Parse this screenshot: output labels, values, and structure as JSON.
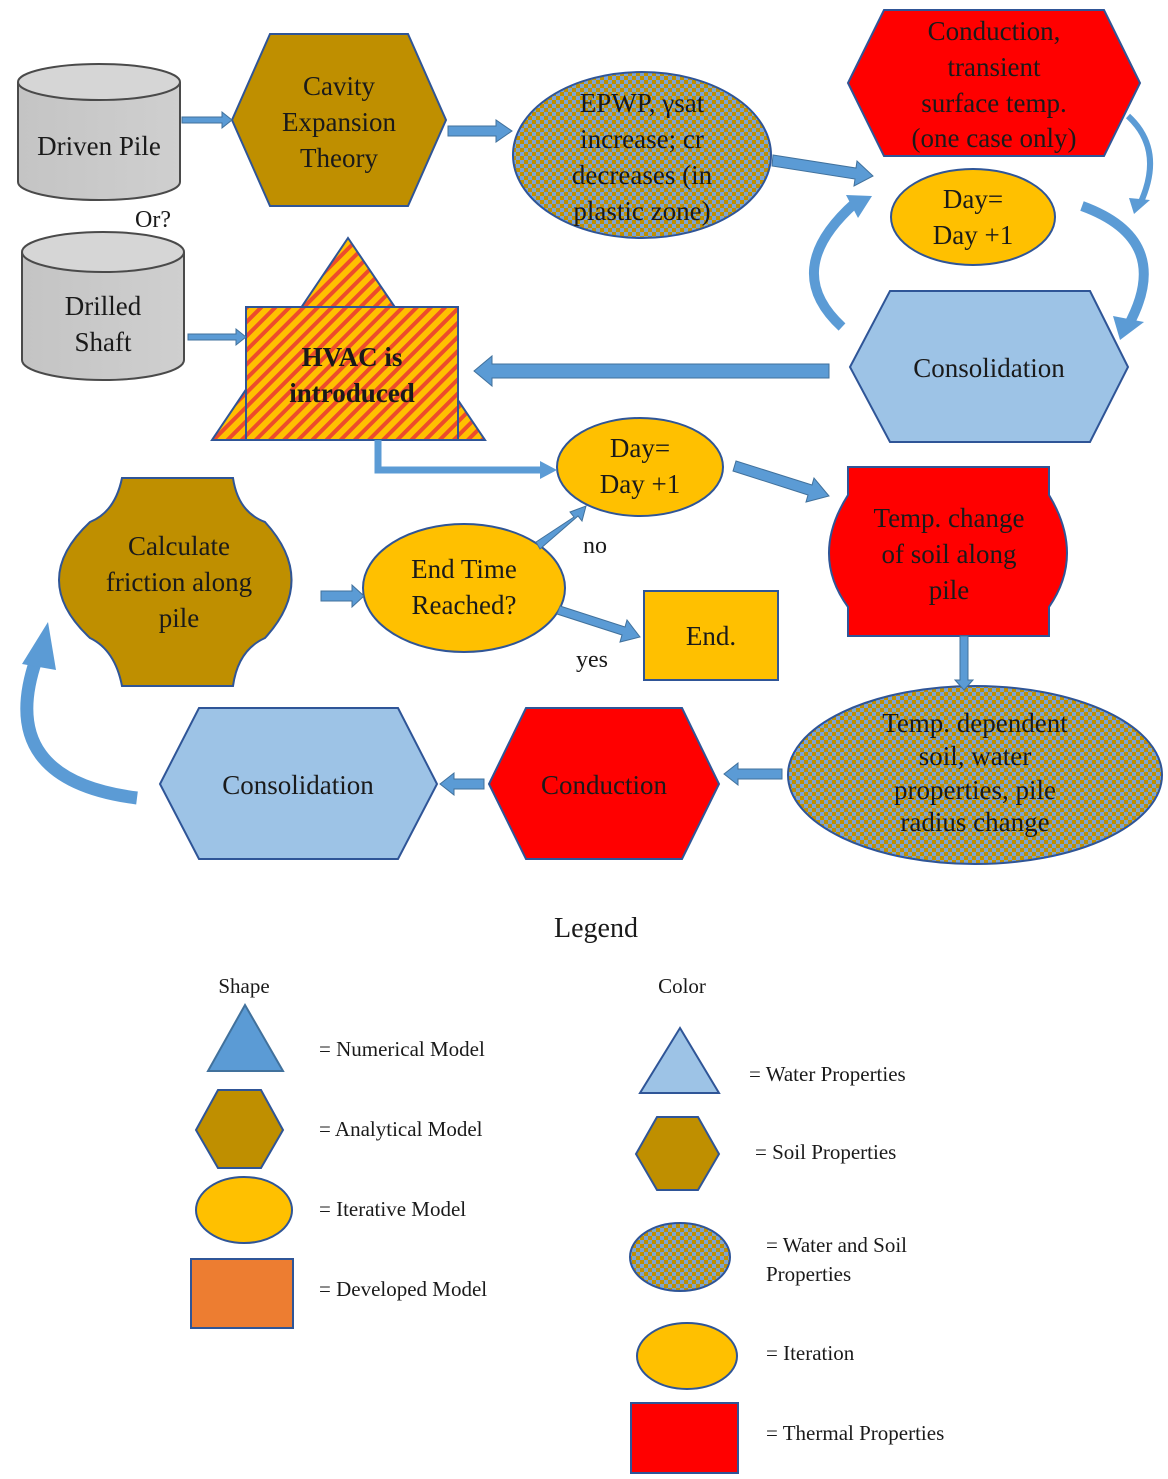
{
  "colors": {
    "soil": "#BF8F00",
    "iteration": "#FFC000",
    "thermal": "#FF0000",
    "water": "#9DC3E6",
    "numerical": "#5B9BD5",
    "developed": "#ED7D31",
    "cylinder": "#C9C9C9",
    "arrow": "#5B9BD5",
    "dots_blue": "#7CA4D4"
  },
  "nodes": {
    "driven_pile": "Driven Pile",
    "or": "Or?",
    "drilled_shaft": [
      "Drilled",
      "Shaft"
    ],
    "cavity": [
      "Cavity",
      "Expansion",
      "Theory"
    ],
    "epwp": [
      "EPWP, γsat",
      "increase; cr",
      "decreases (in",
      "plastic zone)"
    ],
    "conduction_transient": [
      "Conduction,",
      "transient",
      "surface temp.",
      "(one case only)"
    ],
    "day_top": [
      "Day=",
      "Day +1"
    ],
    "consolidation_top": "Consolidation",
    "hvac": [
      "HVAC is",
      "introduced"
    ],
    "day_mid": [
      "Day=",
      "Day +1"
    ],
    "temp_change": [
      "Temp. change",
      "of soil along",
      "pile"
    ],
    "calc_friction": [
      "Calculate",
      "friction along",
      "pile"
    ],
    "end_time": [
      "End Time",
      "Reached?"
    ],
    "no_label": "no",
    "yes_label": "yes",
    "end": "End.",
    "temp_dependent": [
      "Temp. dependent",
      "soil, water",
      "properties, pile",
      "radius change"
    ],
    "conduction_bottom": "Conduction",
    "consolidation_bottom": "Consolidation"
  },
  "legend": {
    "title": "Legend",
    "shape_header": "Shape",
    "color_header": "Color",
    "shape_items": [
      {
        "shape": "triangle",
        "label": "= Numerical Model"
      },
      {
        "shape": "hexagon",
        "label": "= Analytical Model"
      },
      {
        "shape": "ellipse",
        "label": "= Iterative Model"
      },
      {
        "shape": "rectangle",
        "label": "= Developed Model"
      }
    ],
    "color_items": [
      {
        "color": "water",
        "label": "= Water Properties"
      },
      {
        "color": "soil",
        "label": "= Soil Properties"
      },
      {
        "color": "water-and-soil",
        "label": [
          "= Water and Soil",
          "Properties"
        ]
      },
      {
        "color": "iteration",
        "label": "= Iteration"
      },
      {
        "color": "thermal",
        "label": "= Thermal Properties"
      }
    ]
  }
}
